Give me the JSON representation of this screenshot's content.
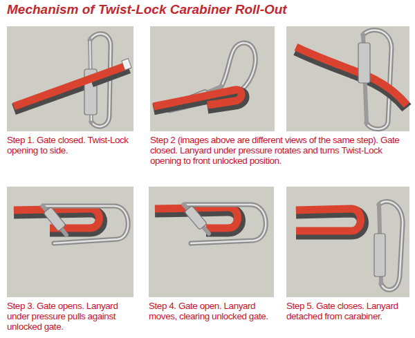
{
  "diagram": {
    "title": "Mechanism of Twist-Lock Carabiner Roll-Out",
    "nodes": [
      {
        "text": [
          "Step 1. Gate closed. Twist-Lock opening to side."
        ]
      },
      {
        "text": [
          "Step 2 (images above are different views of the same step). Gate closed. Lanyard under pressure rotates and turns Twist-Lock opening to front unlocked position."
        ]
      },
      {
        "text": [
          "Step 3. Gate opens. Lanyard under pressure pulls against unlocked gate."
        ]
      },
      {
        "text": [
          "Step 4. Gate open. Lanyard moves, clearing unlocked gate."
        ]
      },
      {
        "text": [
          "Step 5. Gate closes. Lanyard detached from carabiner."
        ]
      }
    ]
  }
}
